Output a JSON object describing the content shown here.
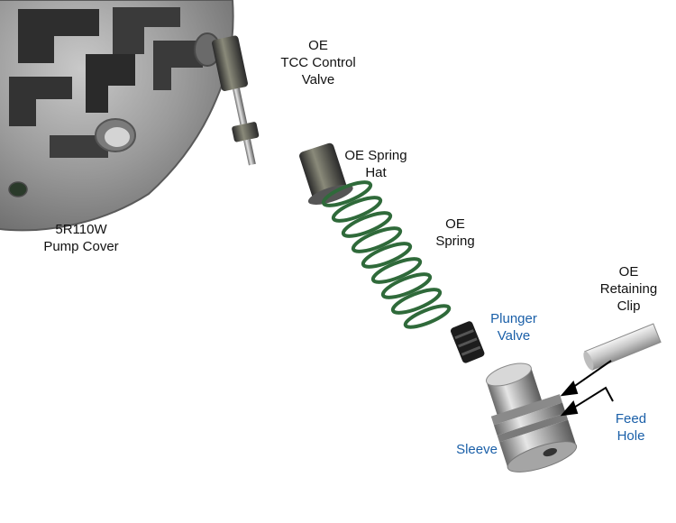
{
  "colors": {
    "black_label": "#111111",
    "blue_label": "#1a5fa8",
    "housing": "#8d8d8d",
    "spring": "#2f6a3a",
    "steel": "#b9b9b9"
  },
  "labels": {
    "oe_tcc_control_valve": [
      "OE",
      "TCC Control",
      "Valve"
    ],
    "oe_spring_hat": [
      "OE Spring",
      "Hat"
    ],
    "oe_spring": [
      "OE",
      "Spring"
    ],
    "pump_cover": [
      "5R110W",
      "Pump Cover"
    ],
    "oe_retaining_clip": [
      "OE",
      "Retaining",
      "Clip"
    ],
    "plunger_valve": [
      "Plunger",
      "Valve"
    ],
    "feed_hole": [
      "Feed",
      "Hole"
    ],
    "sleeve": [
      "Sleeve"
    ]
  }
}
